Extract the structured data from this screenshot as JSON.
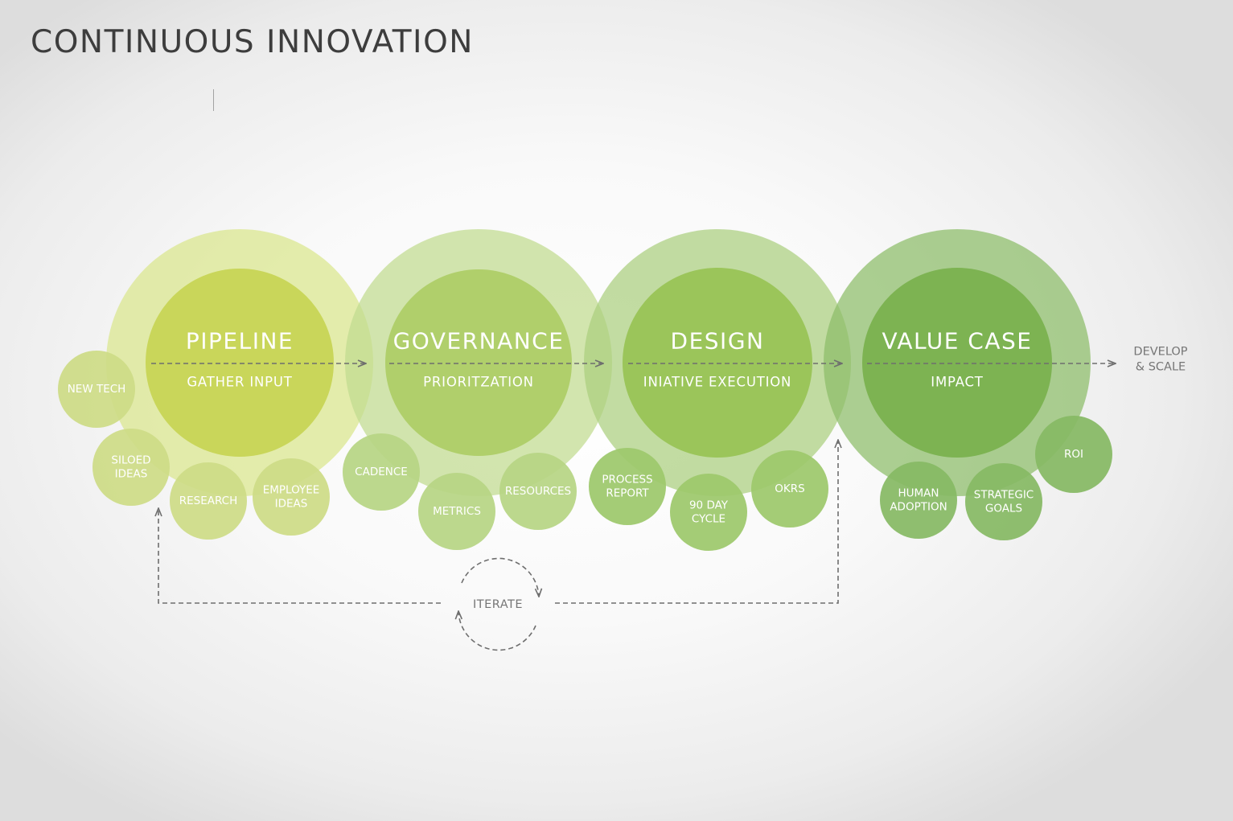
{
  "title": "CONTINUOUS INNOVATION",
  "colors": {
    "stage_outer": [
      "#d9e68c",
      "#c1db8f",
      "#abcf7e",
      "#8cbd68"
    ],
    "stage_inner": [
      "#c9d65a",
      "#b0cf6b",
      "#9bc55a",
      "#7db352"
    ],
    "satellite": [
      "#cddc86",
      "#b7d584",
      "#9dc86c",
      "#86b964"
    ],
    "arrow": "#6e6e6e",
    "label_dark": "#767676"
  },
  "stages": [
    {
      "name": "PIPELINE",
      "subtitle": "GATHER INPUT",
      "satellites": [
        {
          "lines": [
            "NEW TECH"
          ]
        },
        {
          "lines": [
            "SILOED",
            "IDEAS"
          ]
        },
        {
          "lines": [
            "RESEARCH"
          ]
        },
        {
          "lines": [
            "EMPLOYEE",
            "IDEAS"
          ]
        }
      ]
    },
    {
      "name": "GOVERNANCE",
      "subtitle": "PRIORITZATION",
      "satellites": [
        {
          "lines": [
            "CADENCE"
          ]
        },
        {
          "lines": [
            "METRICS"
          ]
        },
        {
          "lines": [
            "RESOURCES"
          ]
        }
      ]
    },
    {
      "name": "DESIGN",
      "subtitle": "INIATIVE EXECUTION",
      "satellites": [
        {
          "lines": [
            "PROCESS",
            "REPORT"
          ]
        },
        {
          "lines": [
            "90 DAY",
            "CYCLE"
          ]
        },
        {
          "lines": [
            "OKRS"
          ]
        }
      ]
    },
    {
      "name": "VALUE CASE",
      "subtitle": "IMPACT",
      "satellites": [
        {
          "lines": [
            "HUMAN",
            "ADOPTION"
          ]
        },
        {
          "lines": [
            "STRATEGIC",
            "GOALS"
          ]
        },
        {
          "lines": [
            "ROI"
          ]
        }
      ]
    }
  ],
  "end_label": [
    "DEVELOP",
    "& SCALE"
  ],
  "iterate_label": "ITERATE"
}
